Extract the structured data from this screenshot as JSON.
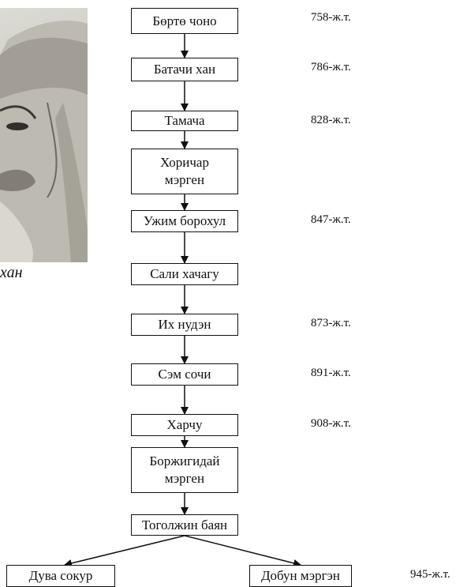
{
  "portrait": {
    "caption": "хан"
  },
  "tree": {
    "nodes": [
      {
        "id": "borte-chono",
        "label": "Бөртө чоно",
        "year": "758-ж.т."
      },
      {
        "id": "batachi-han",
        "label": "Батачи хан",
        "year": "786-ж.т."
      },
      {
        "id": "tamacha",
        "label": "Тамача",
        "year": "828-ж.т."
      },
      {
        "id": "horichar-mergen",
        "label": "Хоричар\nмэрген",
        "year": ""
      },
      {
        "id": "uzhim-borohul",
        "label": "Ужим борохул",
        "year": "847-ж.т."
      },
      {
        "id": "sali-hachagu",
        "label": "Сали хачагу",
        "year": ""
      },
      {
        "id": "ih-nuden",
        "label": "Их нудэн",
        "year": "873-ж.т."
      },
      {
        "id": "sem-sochi",
        "label": "Сэм сочи",
        "year": "891-ж.т."
      },
      {
        "id": "harchu",
        "label": "Харчу",
        "year": "908-ж.т."
      },
      {
        "id": "borzhigidai-mergen",
        "label": "Боржигидай\nмэрген",
        "year": ""
      },
      {
        "id": "togolzhin-bayan",
        "label": "Тоголжин баян",
        "year": ""
      },
      {
        "id": "duva-sokur",
        "label": "Дува сокур",
        "year": ""
      },
      {
        "id": "dobun-mergen",
        "label": "Добун мэргэн",
        "year": "945-ж.т."
      }
    ]
  }
}
